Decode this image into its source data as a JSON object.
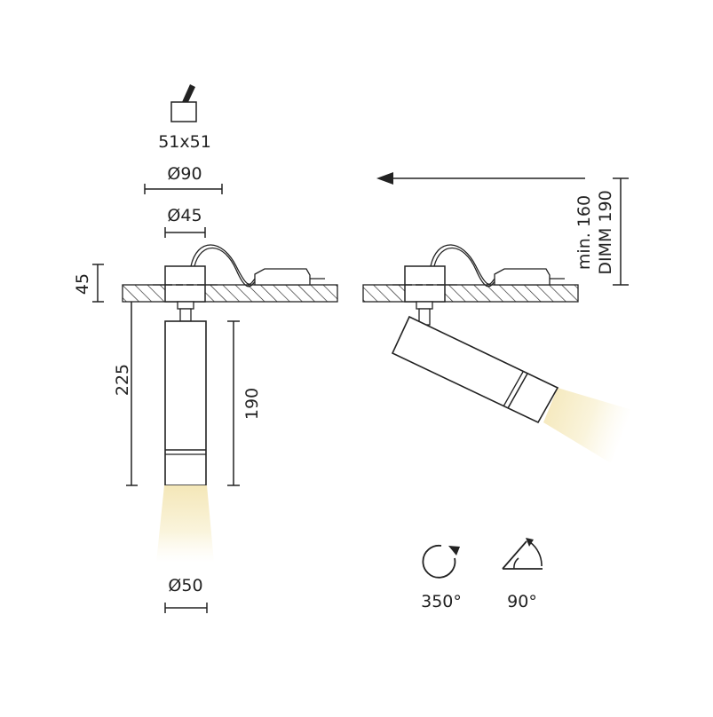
{
  "labels": {
    "mount_square": "51x51",
    "diameter_ceiling": "Ø90",
    "diameter_body": "Ø45",
    "diameter_head": "Ø50",
    "height_base": "45",
    "height_total": "225",
    "height_body": "190",
    "min_clearance": "min. 160",
    "dimm": "DIMM 190",
    "rotation": "350°",
    "tilt": "90°"
  },
  "icons": [
    "square-mount-icon",
    "rotation-icon",
    "tilt-angle-icon",
    "arrow-left-icon"
  ],
  "colors": {
    "line": "#222222",
    "light_beam": "#f6ecc4"
  }
}
